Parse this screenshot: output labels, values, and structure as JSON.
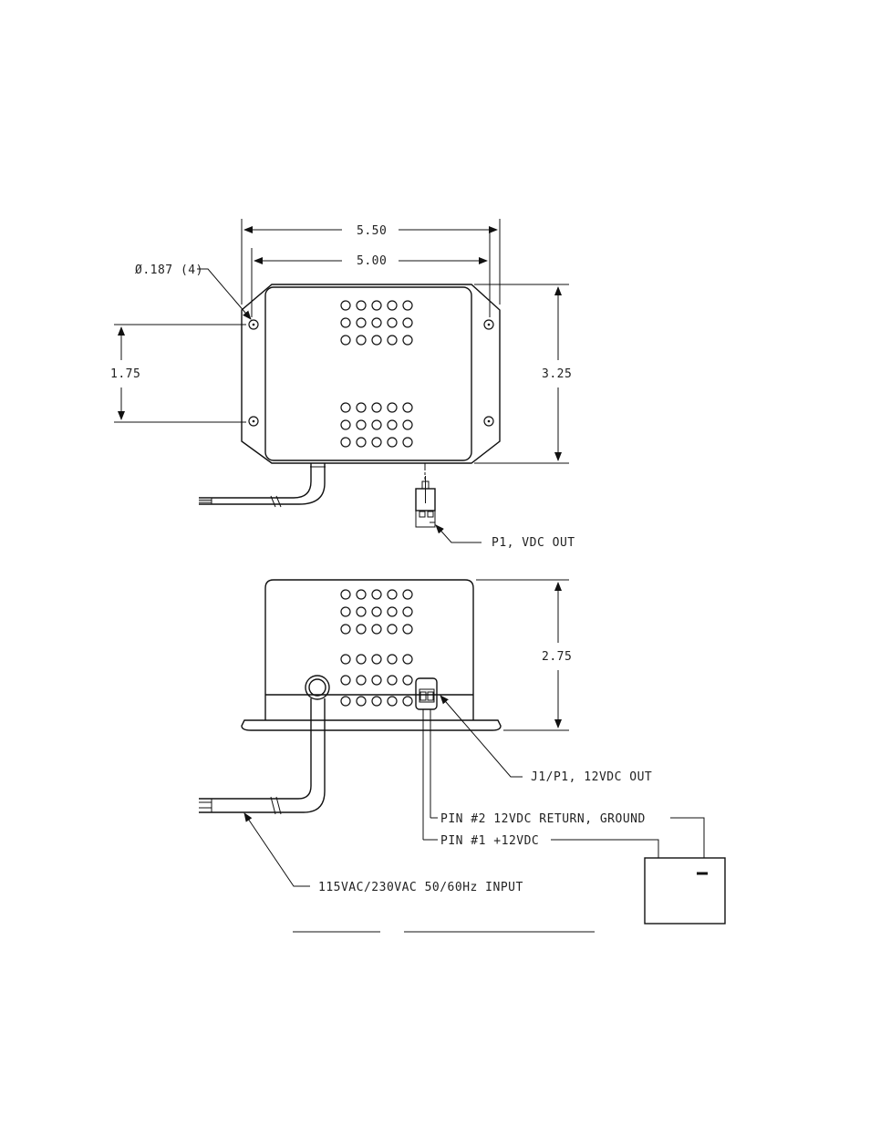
{
  "dimensions": {
    "overall_width": "5.50",
    "hole_spacing_width": "5.00",
    "hole_diameter": "Ø.187 (4)",
    "hole_spacing_height": "1.75",
    "overall_height": "3.25",
    "side_height": "2.75"
  },
  "callouts": {
    "p1": "P1, VDC OUT",
    "j1p1": "J1/P1, 12VDC OUT",
    "pin2": "PIN #2 12VDC RETURN, GROUND",
    "pin1": "PIN #1 +12VDC",
    "input": "115VAC/230VAC 50/60Hz INPUT"
  }
}
